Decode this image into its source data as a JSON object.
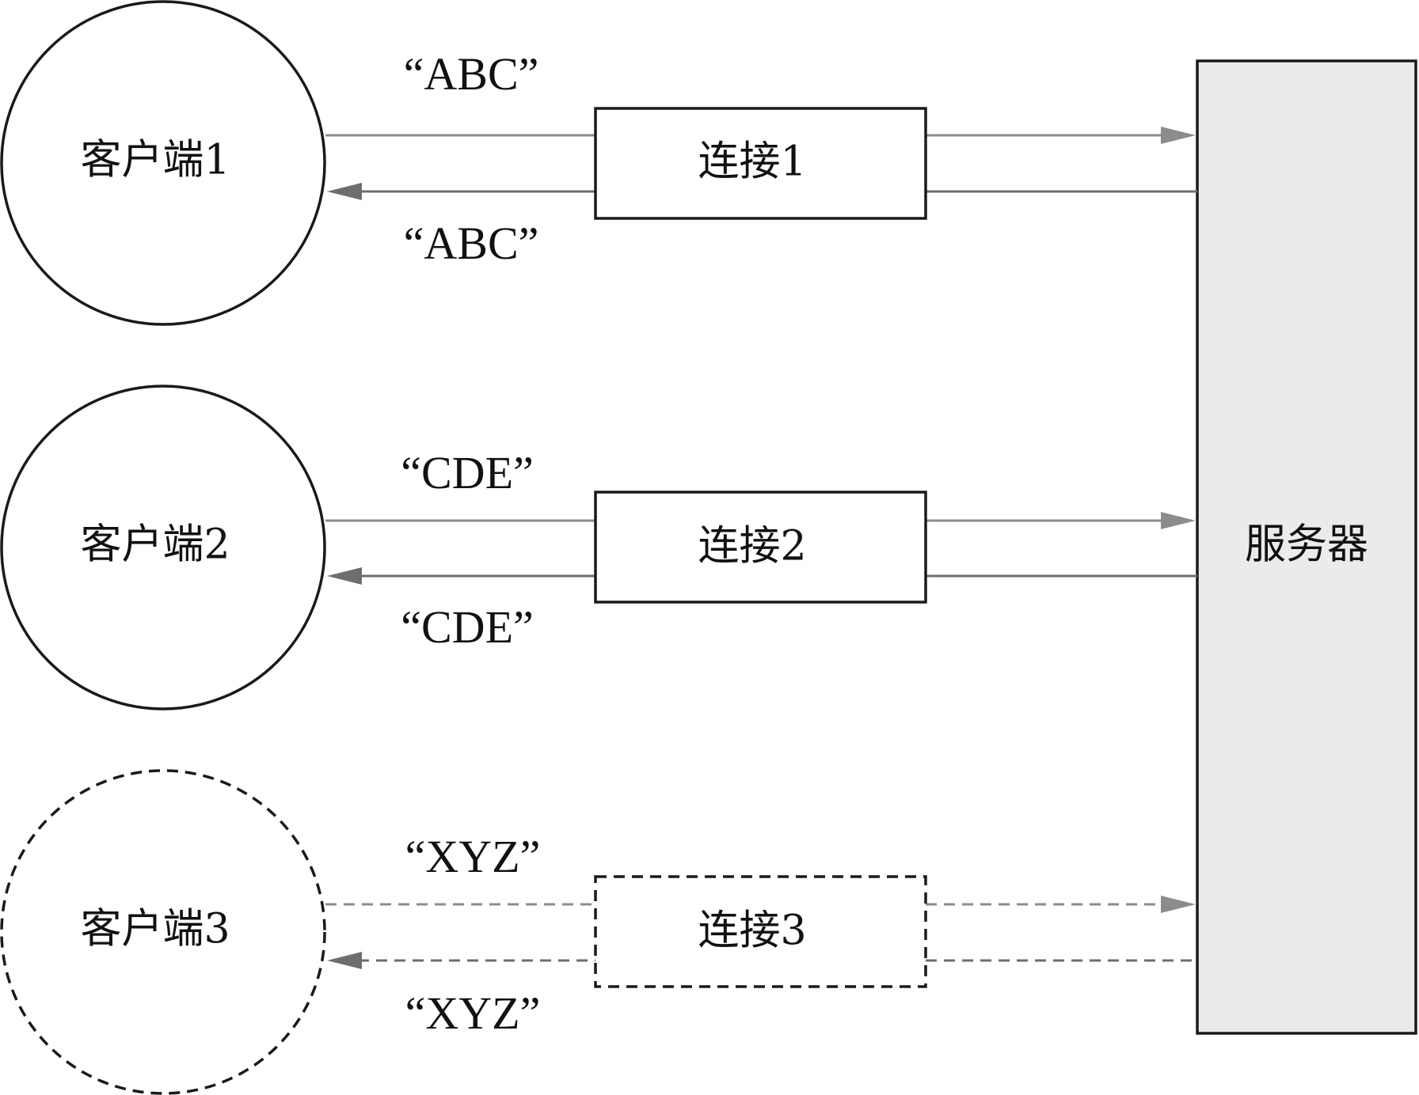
{
  "server": {
    "label": "服务器"
  },
  "clients": [
    {
      "label": "客户端1",
      "connection": "连接1",
      "request": "“ABC”",
      "response": "“ABC”",
      "style": "solid"
    },
    {
      "label": "客户端2",
      "connection": "连接2",
      "request": "“CDE”",
      "response": "“CDE”",
      "style": "solid"
    },
    {
      "label": "客户端3",
      "connection": "连接3",
      "request": "“XYZ”",
      "response": "“XYZ”",
      "style": "dashed"
    }
  ],
  "colors": {
    "outline": "#1a1a1a",
    "server_fill": "#ebebeb",
    "request_arrow": "#8c8c8c",
    "response_arrow": "#6e6e6e"
  }
}
